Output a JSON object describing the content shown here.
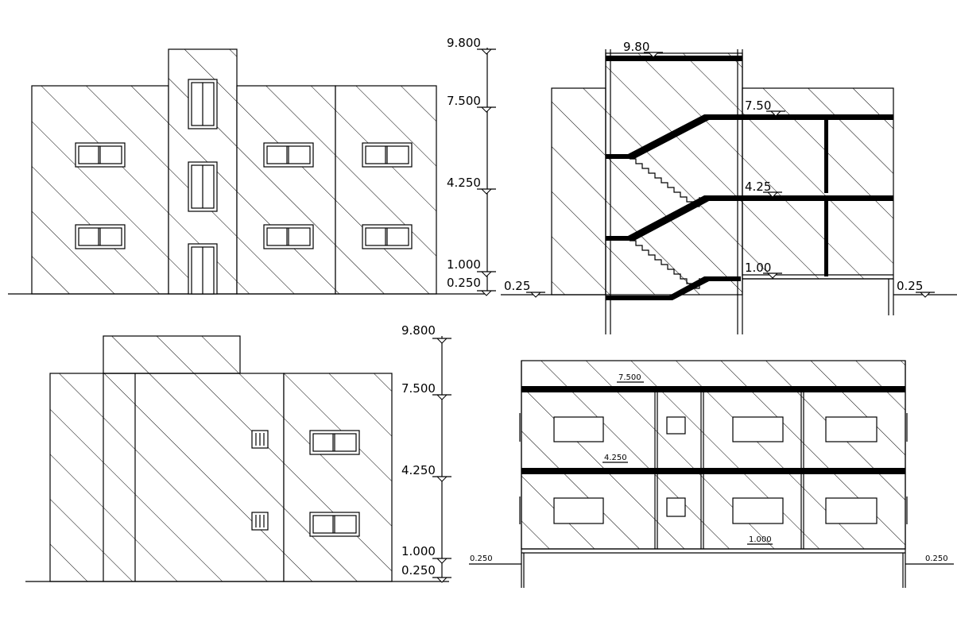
{
  "elevation_1": {
    "levels": [
      "9.800",
      "7.500",
      "4.250",
      "1.000",
      "0.250"
    ]
  },
  "section_1": {
    "levels": [
      "9.80",
      "7.50",
      "4.25",
      "1.00",
      "0.25",
      "0.25"
    ]
  },
  "elevation_2": {
    "levels": [
      "9.800",
      "7.500",
      "4.250",
      "1.000",
      "0.250"
    ]
  },
  "section_2": {
    "levels": [
      "7.500",
      "4.250",
      "1.000",
      "0.250",
      "0.250"
    ]
  }
}
